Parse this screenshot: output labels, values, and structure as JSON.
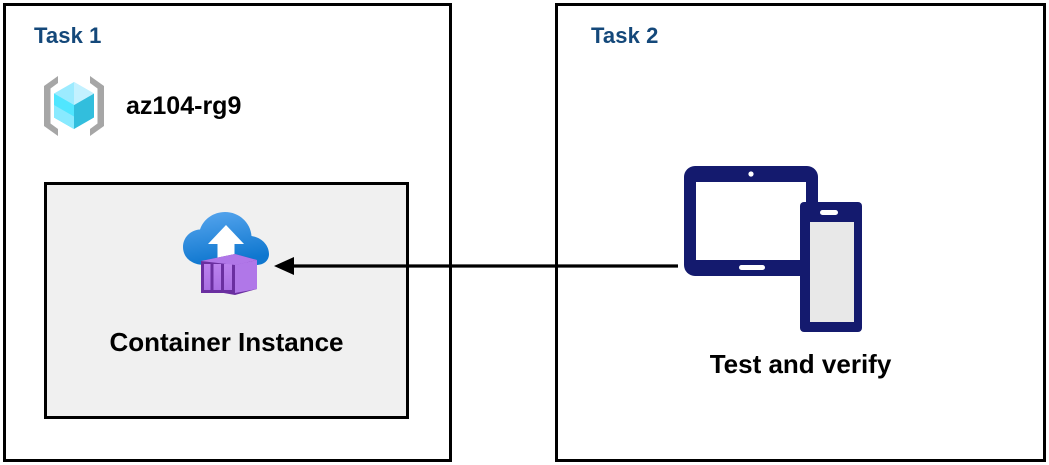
{
  "diagram": {
    "panels": [
      {
        "id": "task1",
        "title": "Task 1",
        "resource_group": {
          "icon": "resource-group-icon",
          "label": "az104-rg9"
        },
        "resource": {
          "icon": "container-instance-icon",
          "label": "Container Instance"
        }
      },
      {
        "id": "task2",
        "title": "Task 2",
        "device": {
          "icon": "tablet-and-phone-icon",
          "label": "Test and verify"
        }
      }
    ],
    "connector": {
      "name": "arrow-task2-to-container-instance",
      "direction": "right-to-left",
      "head": "arrowhead-left"
    },
    "colors": {
      "panel_border": "#000000",
      "title_blue": "#14487a",
      "box_fill": "#f0f0f0",
      "device_navy": "#141a6e",
      "cloud_blue_light": "#4a9de8",
      "cloud_blue_dark": "#1279d0",
      "container_purple_light": "#b077e8",
      "container_purple_dark": "#6a2fa0",
      "rg_cube_cyan": "#32d4f5",
      "rg_bracket_gray": "#9e9e9e",
      "text_black": "#000000"
    }
  }
}
